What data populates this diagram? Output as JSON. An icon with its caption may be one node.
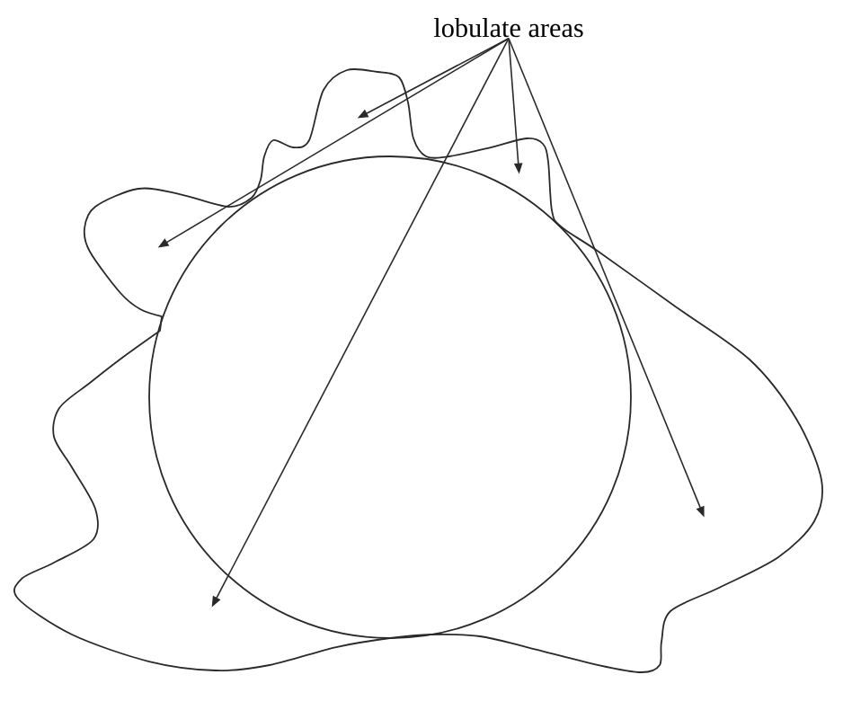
{
  "diagram": {
    "nodes": [
      {
        "text": [
          "lobulate areas"
        ]
      },
      {
        "text": [],
        "shape": "cloud"
      }
    ],
    "edges": [
      {
        "from": 0,
        "to": 1,
        "arrow": "to"
      },
      {
        "from": 0,
        "to": 1,
        "arrow": "to"
      },
      {
        "from": 0,
        "to": 1,
        "arrow": "to"
      },
      {
        "from": 0,
        "to": 1,
        "arrow": "to"
      },
      {
        "from": 0,
        "to": 1,
        "arrow": "to"
      }
    ]
  }
}
